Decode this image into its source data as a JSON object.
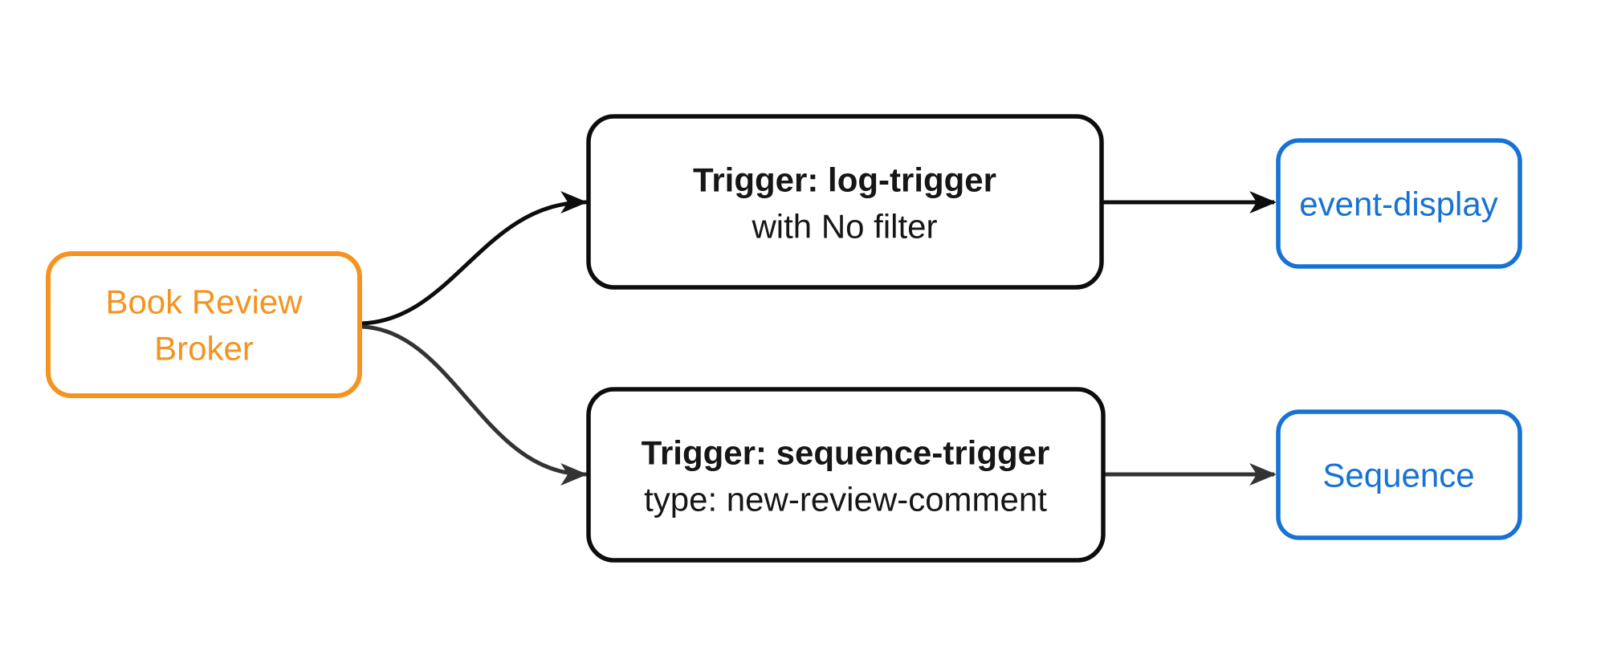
{
  "diagram": {
    "type": "flowchart",
    "background": "#FFFFFF",
    "colors": {
      "broker_orange": "#F59320",
      "sink_blue": "#1672D4",
      "edge_black": "#0D0D0D",
      "edge_gray": "#333333",
      "trigger_border": "#0D0D0D",
      "trigger_text": "#161616",
      "node_fill": "#FFFFFF"
    },
    "nodes": {
      "broker": {
        "label_line1": "Book Review",
        "label_line2": "Broker",
        "role": "source"
      },
      "log_trigger": {
        "title": "Trigger: log-trigger",
        "subtitle": "with No filter",
        "role": "trigger"
      },
      "sequence_trigger": {
        "title": "Trigger: sequence-trigger",
        "subtitle": "type: new-review-comment",
        "role": "trigger"
      },
      "event_display": {
        "label": "event-display",
        "role": "sink"
      },
      "sequence": {
        "label": "Sequence",
        "role": "sink"
      }
    },
    "edges": [
      {
        "from": "broker",
        "to": "log_trigger",
        "style": "curved",
        "color": "#0D0D0D"
      },
      {
        "from": "broker",
        "to": "sequence_trigger",
        "style": "curved",
        "color": "#333333"
      },
      {
        "from": "log_trigger",
        "to": "event_display",
        "style": "straight",
        "color": "#0D0D0D"
      },
      {
        "from": "sequence_trigger",
        "to": "sequence",
        "style": "straight",
        "color": "#333333"
      }
    ]
  }
}
